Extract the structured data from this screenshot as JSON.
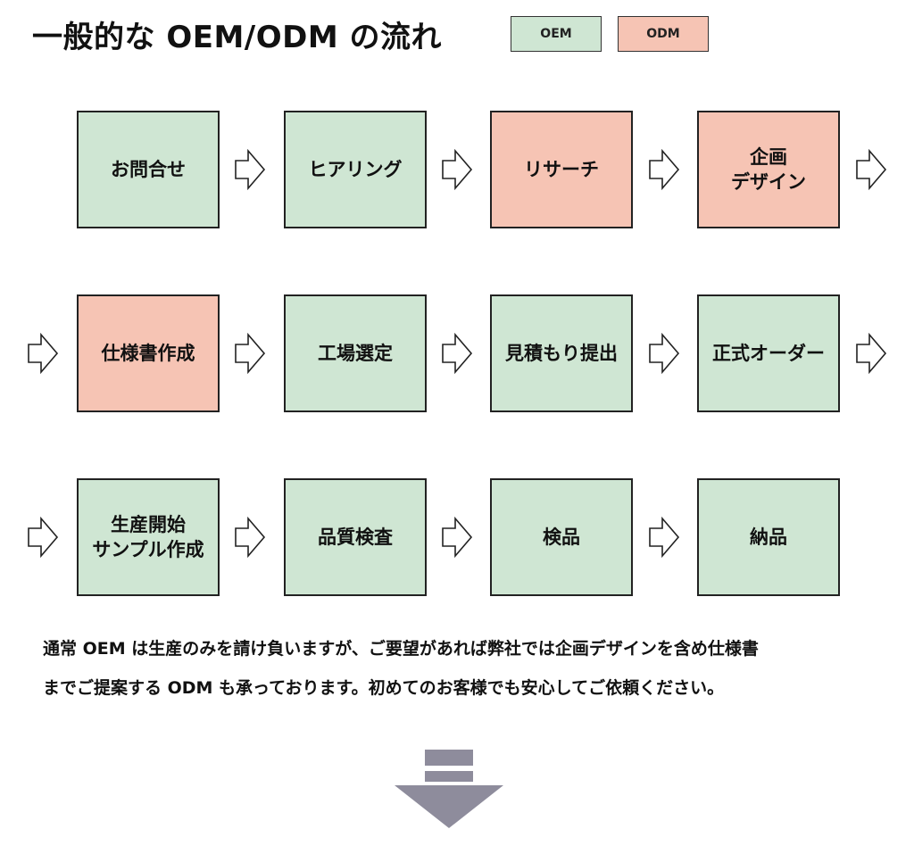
{
  "title": "一般的な OEM/ODM の流れ",
  "legend": [
    {
      "label": "OEM",
      "color": "#cfe6d3"
    },
    {
      "label": "ODM",
      "color": "#f6c4b4"
    }
  ],
  "colors": {
    "oem": "#cfe6d3",
    "odm": "#f6c4b4",
    "border": "#222222",
    "big_arrow": "#8e8c9c"
  },
  "steps": [
    {
      "label": "お問合せ",
      "type": "oem"
    },
    {
      "label": "ヒアリング",
      "type": "oem"
    },
    {
      "label": "リサーチ",
      "type": "odm"
    },
    {
      "label": "企画\nデザイン",
      "type": "odm"
    },
    {
      "label": "仕様書作成",
      "type": "odm"
    },
    {
      "label": "工場選定",
      "type": "oem"
    },
    {
      "label": "見積もり提出",
      "type": "oem"
    },
    {
      "label": "正式オーダー",
      "type": "oem"
    },
    {
      "label": "生産開始\nサンプル作成",
      "type": "oem"
    },
    {
      "label": "品質検査",
      "type": "oem"
    },
    {
      "label": "検品",
      "type": "oem"
    },
    {
      "label": "納品",
      "type": "oem"
    }
  ],
  "description": [
    "通常 OEM は生産のみを請け負いますが、ご要望があれば弊社では企画デザインを含め仕様書",
    "までご提案する ODM も承っております。初めてのお客様でも安心してご依頼ください。"
  ],
  "icons": {
    "flow_arrow": "outline-right-arrow-icon",
    "big_arrow": "down-arrow-icon"
  }
}
